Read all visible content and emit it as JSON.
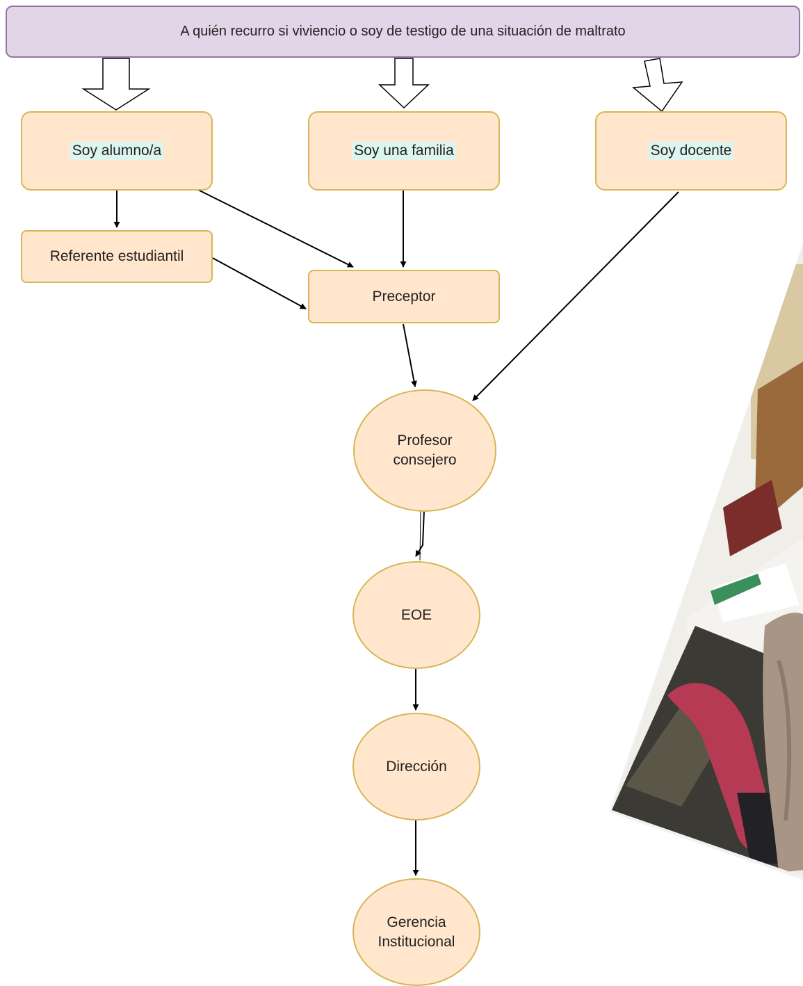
{
  "title": "A quién recurro si viviencio o soy de testigo  de una situación de maltrato",
  "roles": {
    "alumno": "Soy alumno/a",
    "familia": "Soy una familia",
    "docente": "Soy docente"
  },
  "nodes": {
    "referente": "Referente estudiantil",
    "preceptor": "Preceptor",
    "profesor_line1": "Profesor",
    "profesor_line2": "consejero",
    "eoe": "EOE",
    "direccion": "Dirección",
    "gerencia_line1": "Gerencia",
    "gerencia_line2": "Institucional"
  },
  "colors": {
    "title_fill": "#e1d5e7",
    "title_stroke": "#9673a6",
    "node_fill": "#ffe6cc",
    "node_stroke": "#d6b656",
    "label_highlight": "#dcf5ee"
  }
}
